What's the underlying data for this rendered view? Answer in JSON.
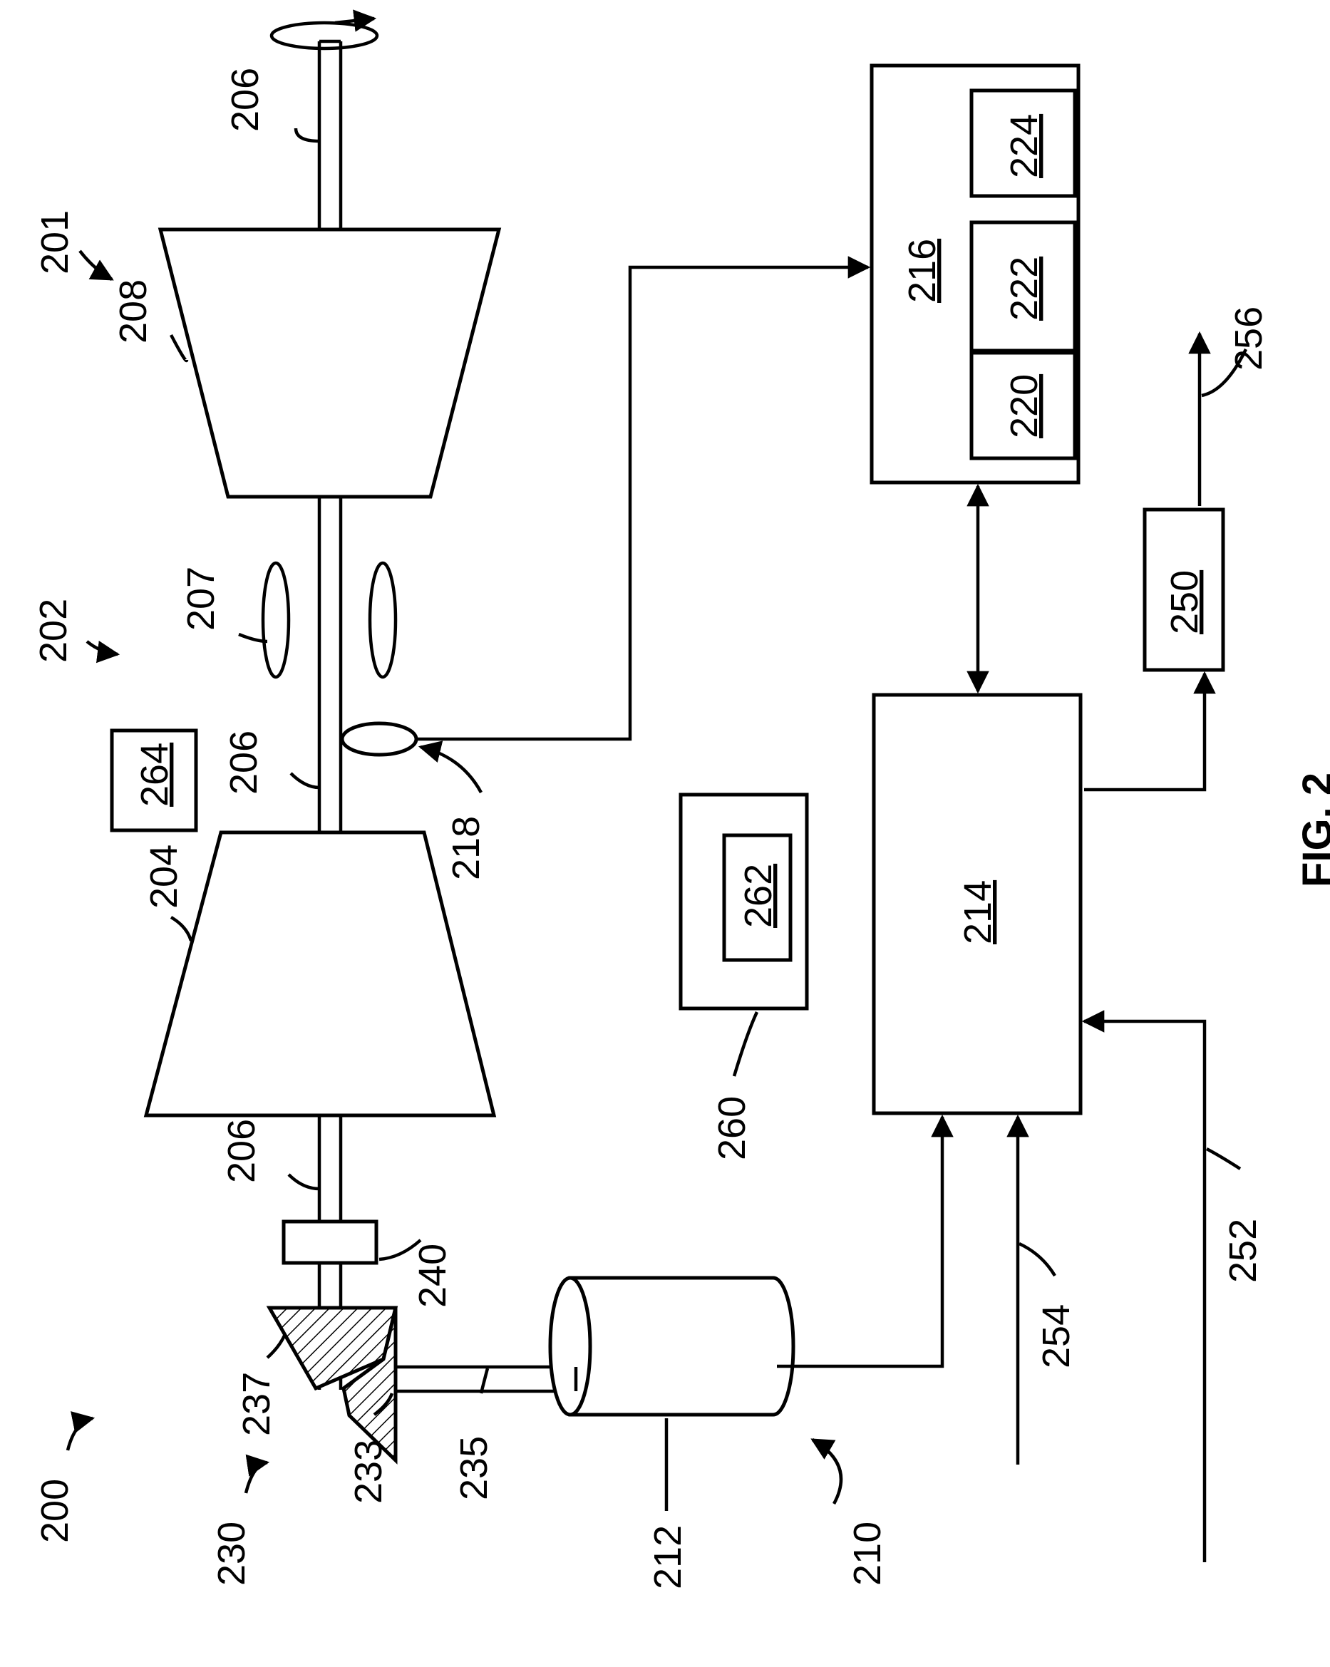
{
  "figure": {
    "caption": "FIG. 2"
  },
  "labels": {
    "l200": "200",
    "l201": "201",
    "l202": "202",
    "l204": "204",
    "l206a": "206",
    "l206b": "206",
    "l206c": "206",
    "l207": "207",
    "l208": "208",
    "l210": "210",
    "l212": "212",
    "l214": "214",
    "l216": "216",
    "l218": "218",
    "l220": "220",
    "l222": "222",
    "l224": "224",
    "l230": "230",
    "l233": "233",
    "l235": "235",
    "l237": "237",
    "l240": "240",
    "l250": "250",
    "l252": "252",
    "l254": "254",
    "l256": "256",
    "l260": "260",
    "l262": "262",
    "l264": "264"
  }
}
